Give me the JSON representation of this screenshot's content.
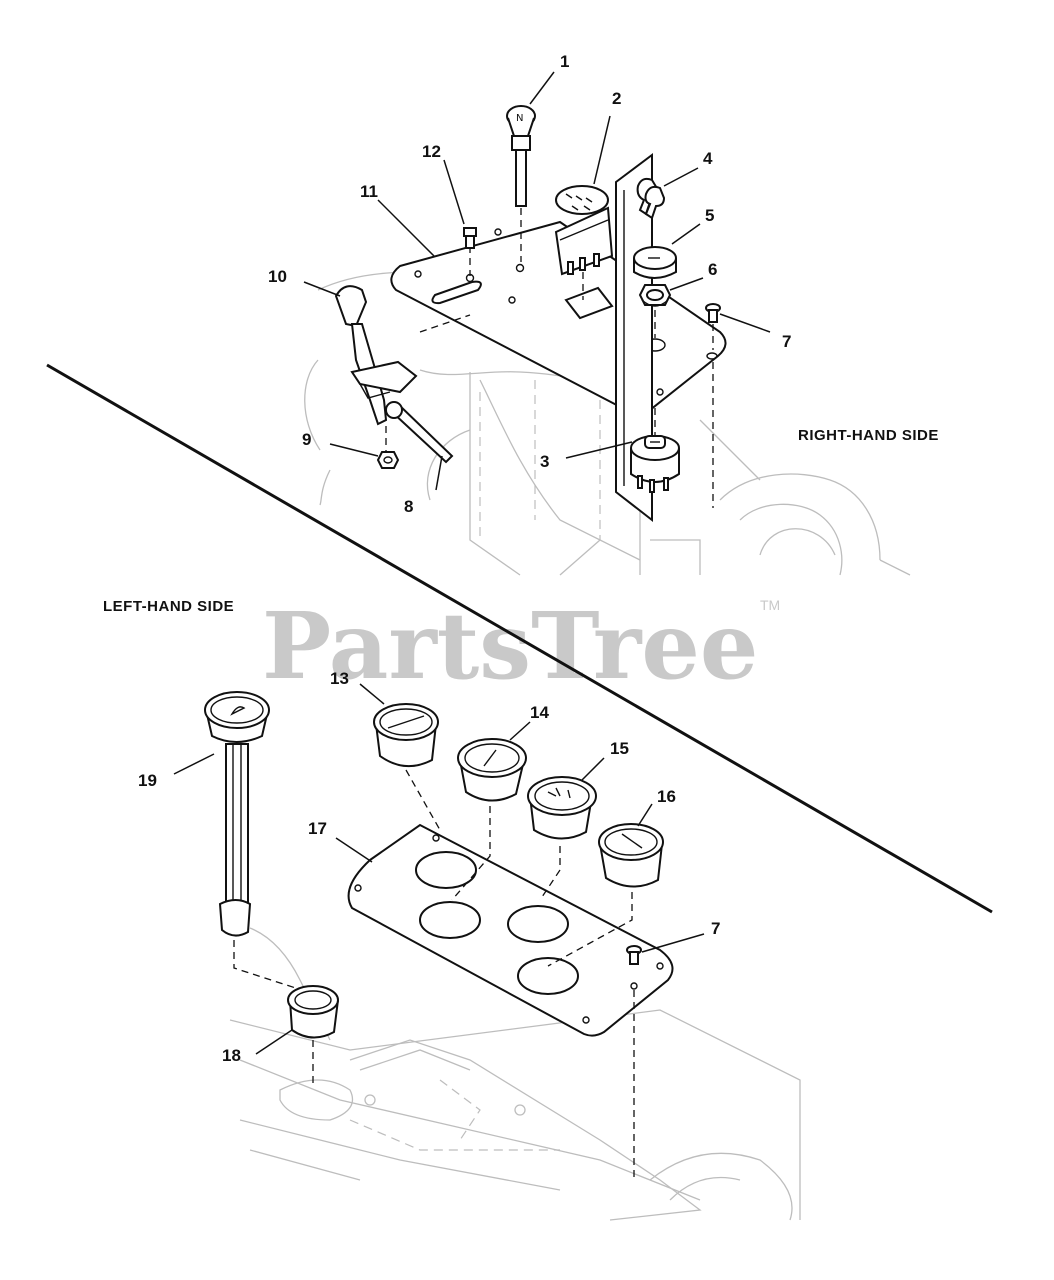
{
  "labels": {
    "right_side": "RIGHT-HAND SIDE",
    "left_side": "LEFT-HAND SIDE"
  },
  "watermark": {
    "text": "PartsTree",
    "trademark": "TM"
  },
  "callouts": {
    "c1": "1",
    "c2": "2",
    "c3": "3",
    "c4": "4",
    "c5": "5",
    "c6": "6",
    "c7a": "7",
    "c7b": "7",
    "c8": "8",
    "c9": "9",
    "c10": "10",
    "c11": "11",
    "c12": "12",
    "c13": "13",
    "c14": "14",
    "c15": "15",
    "c16": "16",
    "c17": "17",
    "c18": "18",
    "c19": "19"
  },
  "colors": {
    "line": "#111111",
    "ghost": "#bdbdbd",
    "watermark": "#c9c9c9"
  }
}
